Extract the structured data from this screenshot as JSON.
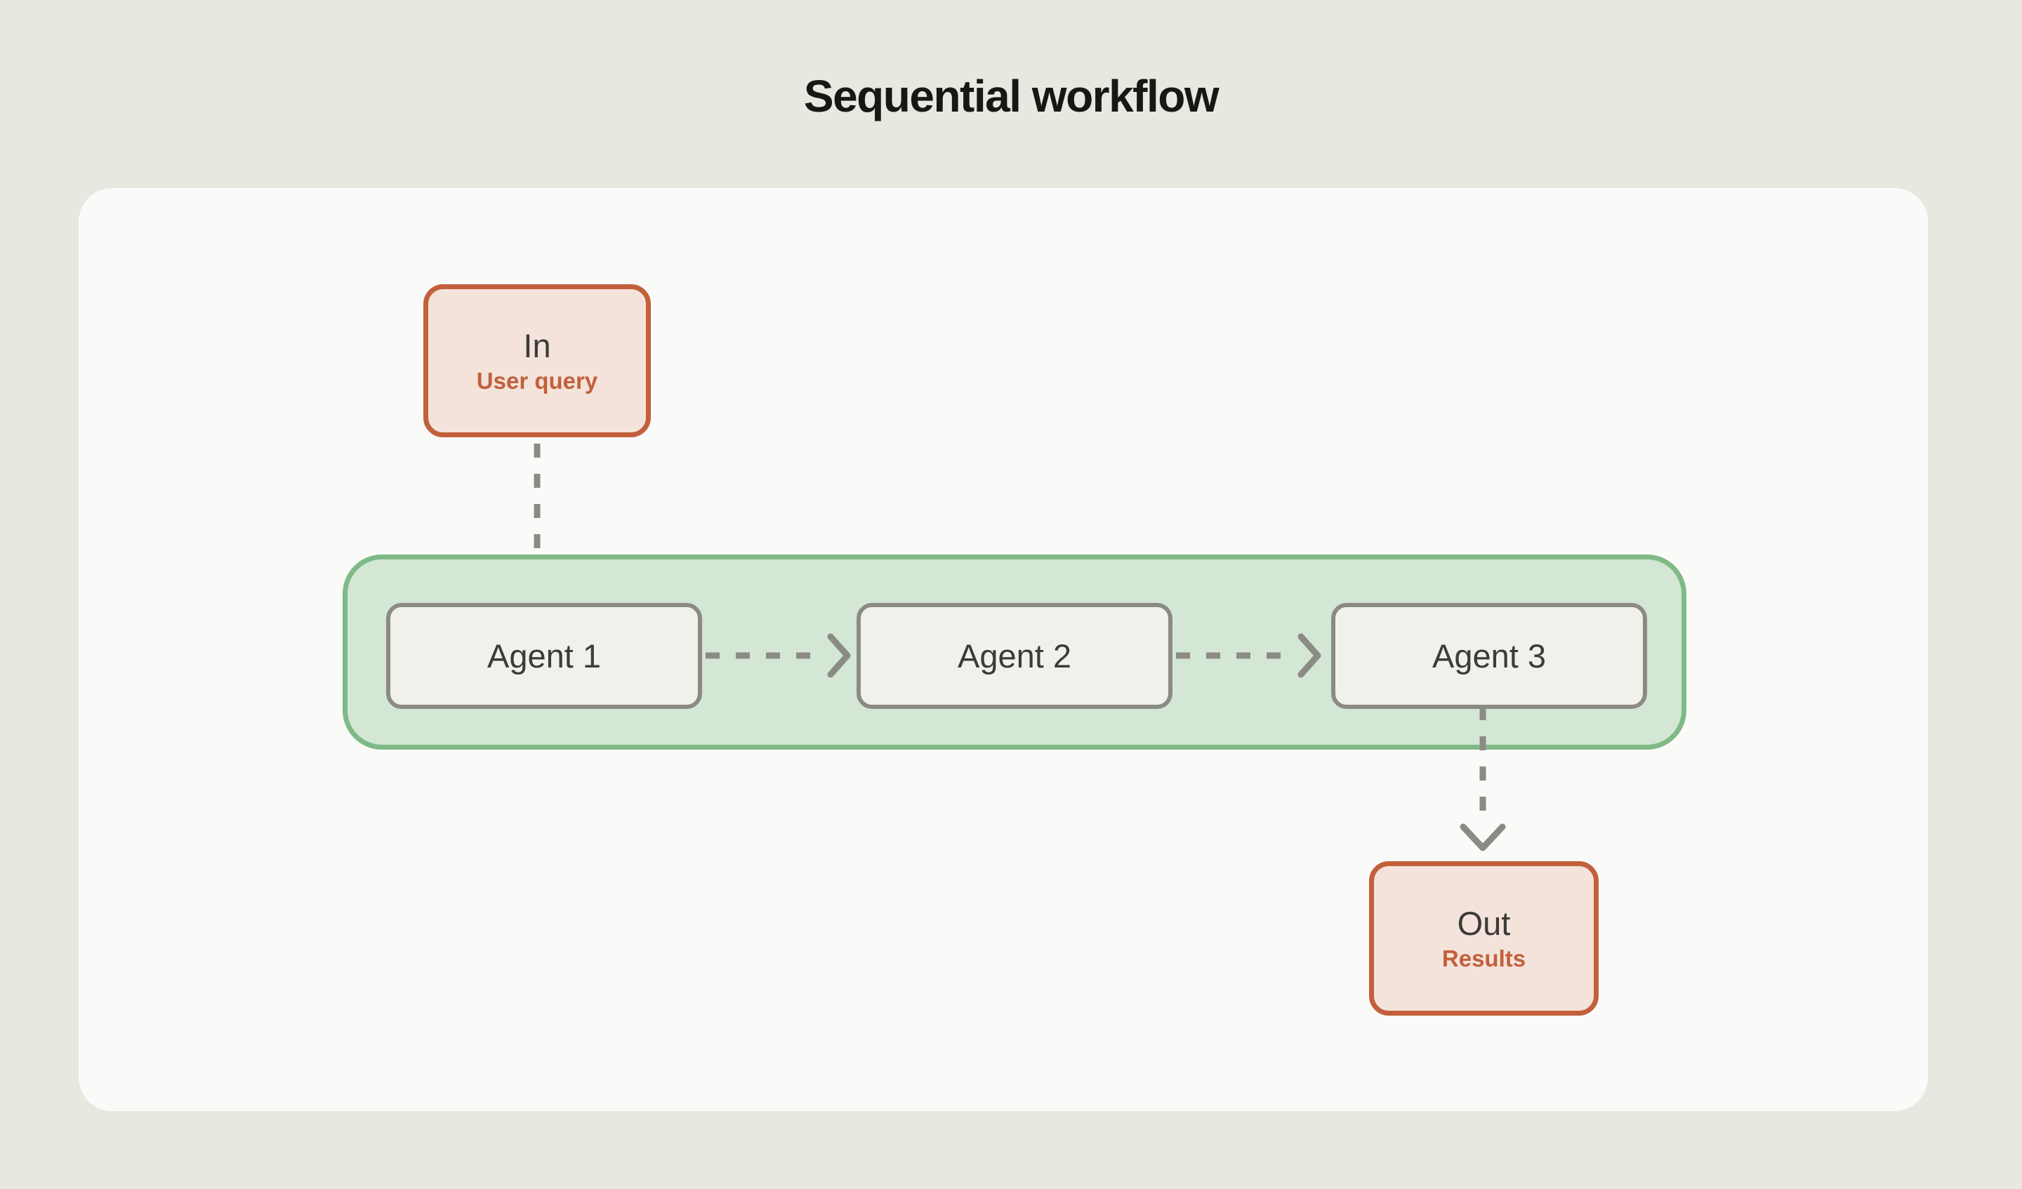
{
  "title": "Sequential workflow",
  "diagram": {
    "input_node": {
      "label": "In",
      "sublabel": "User query"
    },
    "agents": [
      {
        "label": "Agent 1"
      },
      {
        "label": "Agent 2"
      },
      {
        "label": "Agent 3"
      }
    ],
    "output_node": {
      "label": "Out",
      "sublabel": "Results"
    },
    "flow": [
      "input_node -> agent_1",
      "agent_1 -> agent_2",
      "agent_2 -> agent_3",
      "agent_3 -> output_node"
    ],
    "colors": {
      "page_background": "#E9E8E0",
      "card_background": "#FAFAF8",
      "io_node_border": "#C2603C",
      "io_node_fill": "#F4E3DA",
      "io_sublabel_text": "#C2603C",
      "agents_group_border": "#7EBA86",
      "agents_group_fill": "#D4E6D4",
      "agent_node_border": "#8B8B84",
      "agent_node_fill": "#F1F1EC",
      "arrow_stroke": "#8B8B84",
      "label_text": "#3B3B38",
      "title_text": "#171714"
    }
  }
}
